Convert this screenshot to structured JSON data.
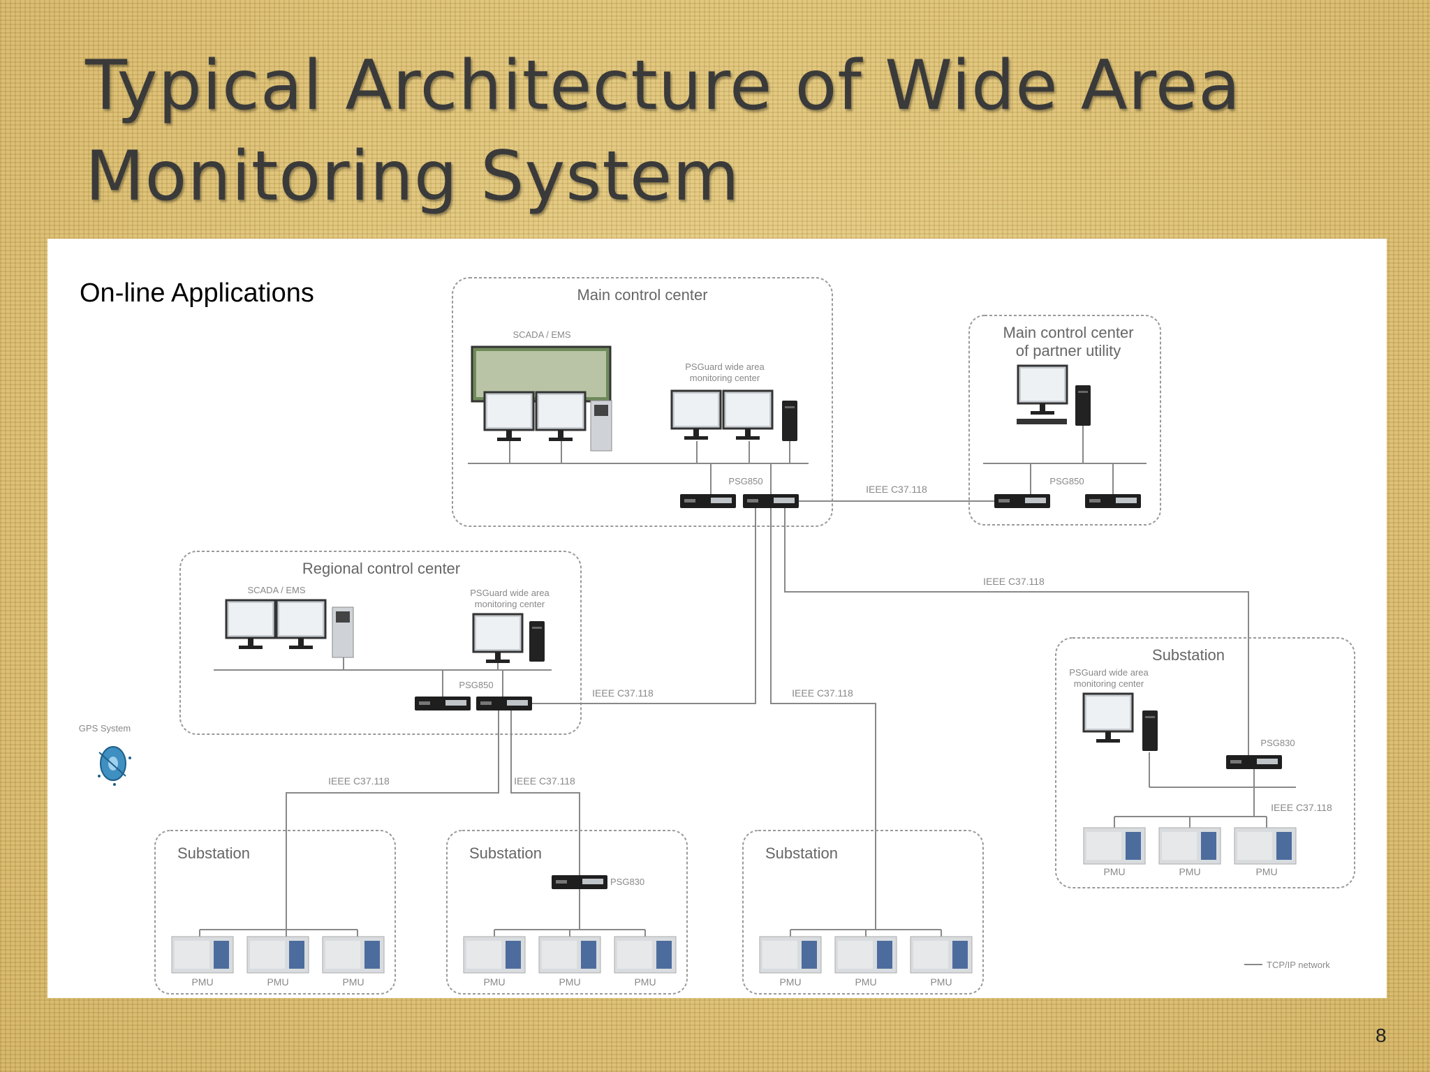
{
  "slide": {
    "title_line1": "Typical Architecture of Wide Area",
    "title_line2": "Monitoring System",
    "page_number": "8"
  },
  "diagram": {
    "heading": "On-line Applications",
    "main_center": {
      "label": "Main control center",
      "scada_label": "SCADA / EMS",
      "psguard_line1": "PSGuard wide area",
      "psguard_line2": "monitoring center",
      "psg_label": "PSG850"
    },
    "partner_center": {
      "label_line1": "Main control center",
      "label_line2": "of partner utility",
      "psg_label": "PSG850"
    },
    "regional_center": {
      "label": "Regional control center",
      "scada_label": "SCADA / EMS",
      "psguard_line1": "PSGuard wide area",
      "psguard_line2": "monitoring center",
      "psg_label": "PSG850"
    },
    "substation_right": {
      "label": "Substation",
      "psguard_line1": "PSGuard wide area",
      "psguard_line2": "monitoring center",
      "psg_label": "PSG830",
      "protocol": "IEEE C37.118",
      "pmus": [
        "PMU",
        "PMU",
        "PMU"
      ]
    },
    "substation_1": {
      "label": "Substation",
      "pmus": [
        "PMU",
        "PMU",
        "PMU"
      ]
    },
    "substation_2": {
      "label": "Substation",
      "psg_label": "PSG830",
      "pmus": [
        "PMU",
        "PMU",
        "PMU"
      ]
    },
    "substation_3": {
      "label": "Substation",
      "pmus": [
        "PMU",
        "PMU",
        "PMU"
      ]
    },
    "links": {
      "main_partner": "IEEE C37.118",
      "main_substation_right": "IEEE C37.118",
      "main_regional": "IEEE C37.118",
      "main_substation_3": "IEEE C37.118",
      "regional_substation_1": "IEEE C37.118",
      "regional_substation_2": "IEEE C37.118"
    },
    "gps_label": "GPS System",
    "legend_label": "TCP/IP network"
  }
}
